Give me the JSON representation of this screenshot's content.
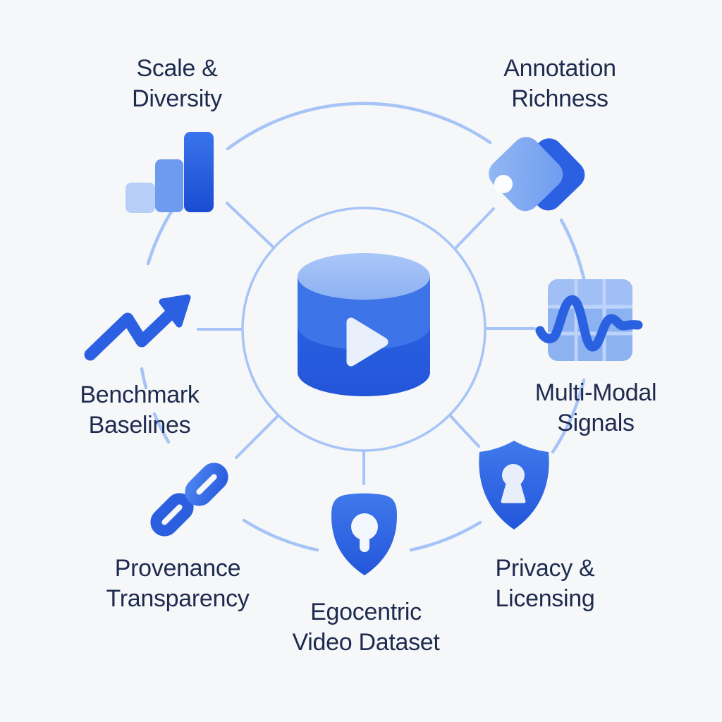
{
  "diagram_title": "Egocentric Video Dataset feature wheel",
  "center": {
    "icon": "database-video-icon"
  },
  "nodes": [
    {
      "id": "scale-diversity",
      "lines": [
        "Scale &",
        "Diversity"
      ],
      "icon": "bar-chart-icon"
    },
    {
      "id": "annotation-richness",
      "lines": [
        "Annotation",
        "Richness"
      ],
      "icon": "tag-icon"
    },
    {
      "id": "benchmark-baselines",
      "lines": [
        "Benchmark",
        "Baselines"
      ],
      "icon": "trend-up-arrow-icon"
    },
    {
      "id": "multi-modal-signals",
      "lines": [
        "Multi-Modal",
        "Signals"
      ],
      "icon": "grid-waveform-icon"
    },
    {
      "id": "provenance-transparency",
      "lines": [
        "Provenance",
        "Transparency"
      ],
      "icon": "chain-link-icon"
    },
    {
      "id": "privacy-licensing",
      "lines": [
        "Privacy &",
        "Licensing"
      ],
      "icon": "shield-keyhole-icon"
    },
    {
      "id": "egocentric-video-dataset",
      "lines": [
        "Egocentric",
        "Video Dataset"
      ],
      "icon": "badge-keyhole-icon"
    }
  ],
  "colors": {
    "background": "#f6f7f9",
    "text": "#1e2b4f",
    "connector": "#a6c4f7",
    "icon_blue_dark": "#2053d6",
    "icon_blue": "#2c63e2",
    "icon_blue_mid": "#6d9bef",
    "icon_blue_light": "#a9c6f7",
    "icon_white": "#e9f0fc"
  }
}
